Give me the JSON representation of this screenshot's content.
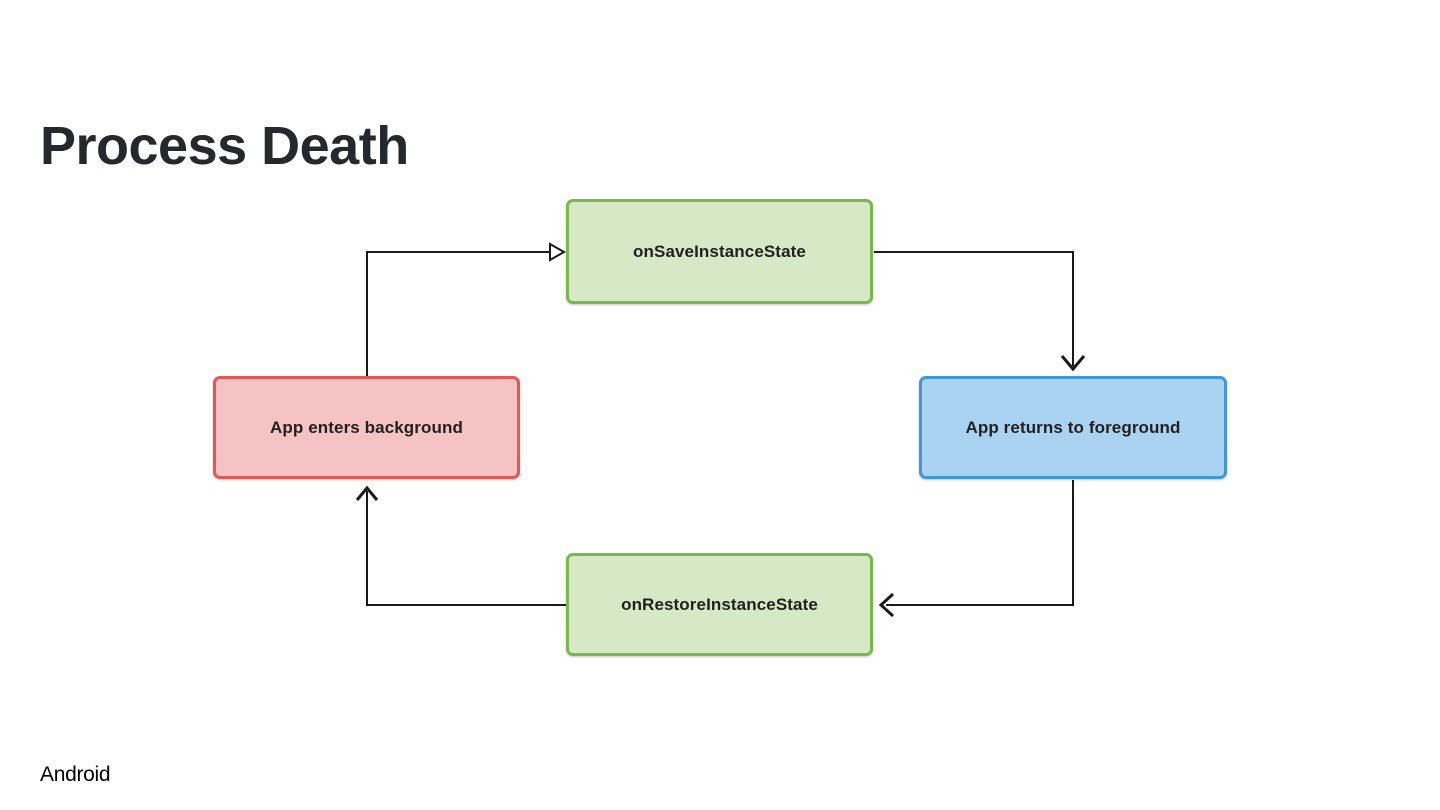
{
  "slide": {
    "title": "Process Death",
    "brand": "Android"
  },
  "diagram": {
    "nodes": [
      {
        "id": "on-save-instance-state",
        "label": "onSaveInstanceState",
        "color": "green"
      },
      {
        "id": "app-enters-background",
        "label": "App enters background",
        "color": "red"
      },
      {
        "id": "app-returns-to-foreground",
        "label": "App returns to foreground",
        "color": "blue"
      },
      {
        "id": "on-restore-instance-state",
        "label": "onRestoreInstanceState",
        "color": "green"
      }
    ],
    "edges": [
      {
        "from": "app-enters-background",
        "to": "on-save-instance-state",
        "arrowhead": "open-triangle-right"
      },
      {
        "from": "on-save-instance-state",
        "to": "app-returns-to-foreground",
        "arrowhead": "chevron-down"
      },
      {
        "from": "app-returns-to-foreground",
        "to": "on-restore-instance-state",
        "arrowhead": "chevron-left"
      },
      {
        "from": "on-restore-instance-state",
        "to": "app-enters-background",
        "arrowhead": "chevron-up"
      }
    ],
    "colors": {
      "green_border": "#77b94c",
      "green_fill": "#d6e8c5",
      "red_border": "#e35757",
      "red_fill": "#f5c3c3",
      "blue_border": "#4097dd",
      "blue_fill": "#aad2f1",
      "line": "#1a1a1a",
      "text": "#212121"
    }
  }
}
